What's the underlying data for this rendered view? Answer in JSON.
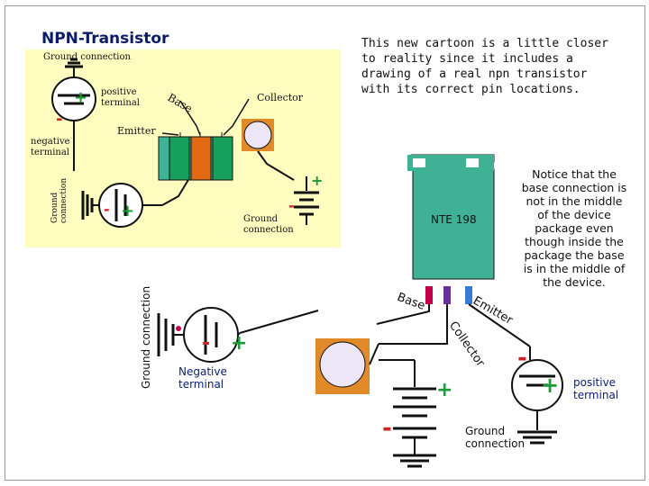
{
  "title": "NPN-Transistor",
  "description": "This new cartoon is a little closer to reality since it includes a drawing of a real npn transistor with its correct pin locations.",
  "notice": "Notice that the base connection is not in the middle of the device package even though inside the package the base is in the middle of the device.",
  "top_diagram": {
    "ground_connection_top": "Ground connection",
    "positive_terminal": "positive terminal",
    "negative_terminal": "negative terminal",
    "base": "Base",
    "collector": "Collector",
    "emitter": "Emitter",
    "ground_connection_left": "Ground connection",
    "ground_connection_right": "Ground connection",
    "plus": "+",
    "minus": "-"
  },
  "bottom_diagram": {
    "device_label": "NTE 198",
    "base": "Base",
    "emitter": "Emitter",
    "collector": "Collector",
    "ground_connection_left": "Ground connection",
    "negative_terminal": "Negative terminal",
    "positive_terminal": "positive terminal",
    "ground_connection_bottom": "Ground connection",
    "plus": "+",
    "minus": "-"
  },
  "colors": {
    "beige": "#fffcc0",
    "transistor_teal": "#3fb295",
    "transistor_green": "#16a05a",
    "transistor_orange": "#e26a14",
    "lamp_orange": "#e08a2a",
    "lamp_purple": "#ece6f6",
    "plus_green": "#1d9a3a",
    "minus_red": "#cc2222",
    "pin_red": "#c0004a",
    "pin_purple": "#6a2e9e",
    "pin_blue": "#3a7ad8"
  }
}
